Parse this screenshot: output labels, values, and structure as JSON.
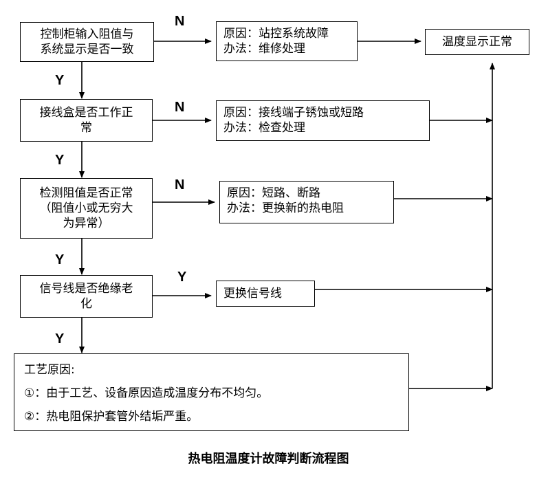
{
  "decisions": [
    {
      "lines": [
        "控制柜输入阻值与",
        "系统显示是否一致"
      ],
      "no_label": "N",
      "yes_label": "Y"
    },
    {
      "lines": [
        "接线盒是否工作正",
        "常"
      ],
      "no_label": "N",
      "yes_label": "Y"
    },
    {
      "lines": [
        "检测阻值是否正常",
        "（阻值小或无穷大",
        "为异常）"
      ],
      "no_label": "N",
      "yes_label": "Y"
    },
    {
      "lines": [
        "信号线是否绝缘老",
        "化"
      ],
      "branch_label": "Y",
      "down_label": "Y"
    }
  ],
  "results": [
    {
      "lines": [
        "原因：站控系统故障",
        "办法：维修处理"
      ]
    },
    {
      "lines": [
        "原因：接线端子锈蚀或短路",
        "办法：检查处理"
      ]
    },
    {
      "lines": [
        "原因：短路、断路",
        "办法：更换新的热电阻"
      ]
    },
    {
      "lines": [
        "更换信号线"
      ]
    }
  ],
  "end_box": {
    "text": "温度显示正常"
  },
  "process_box": {
    "lines": [
      "工艺原因:",
      "①：由于工艺、设备原因造成温度分布不均匀。",
      "②：热电阻保护套管外结垢严重。"
    ]
  },
  "caption": "热电阻温度计故障判断流程图"
}
